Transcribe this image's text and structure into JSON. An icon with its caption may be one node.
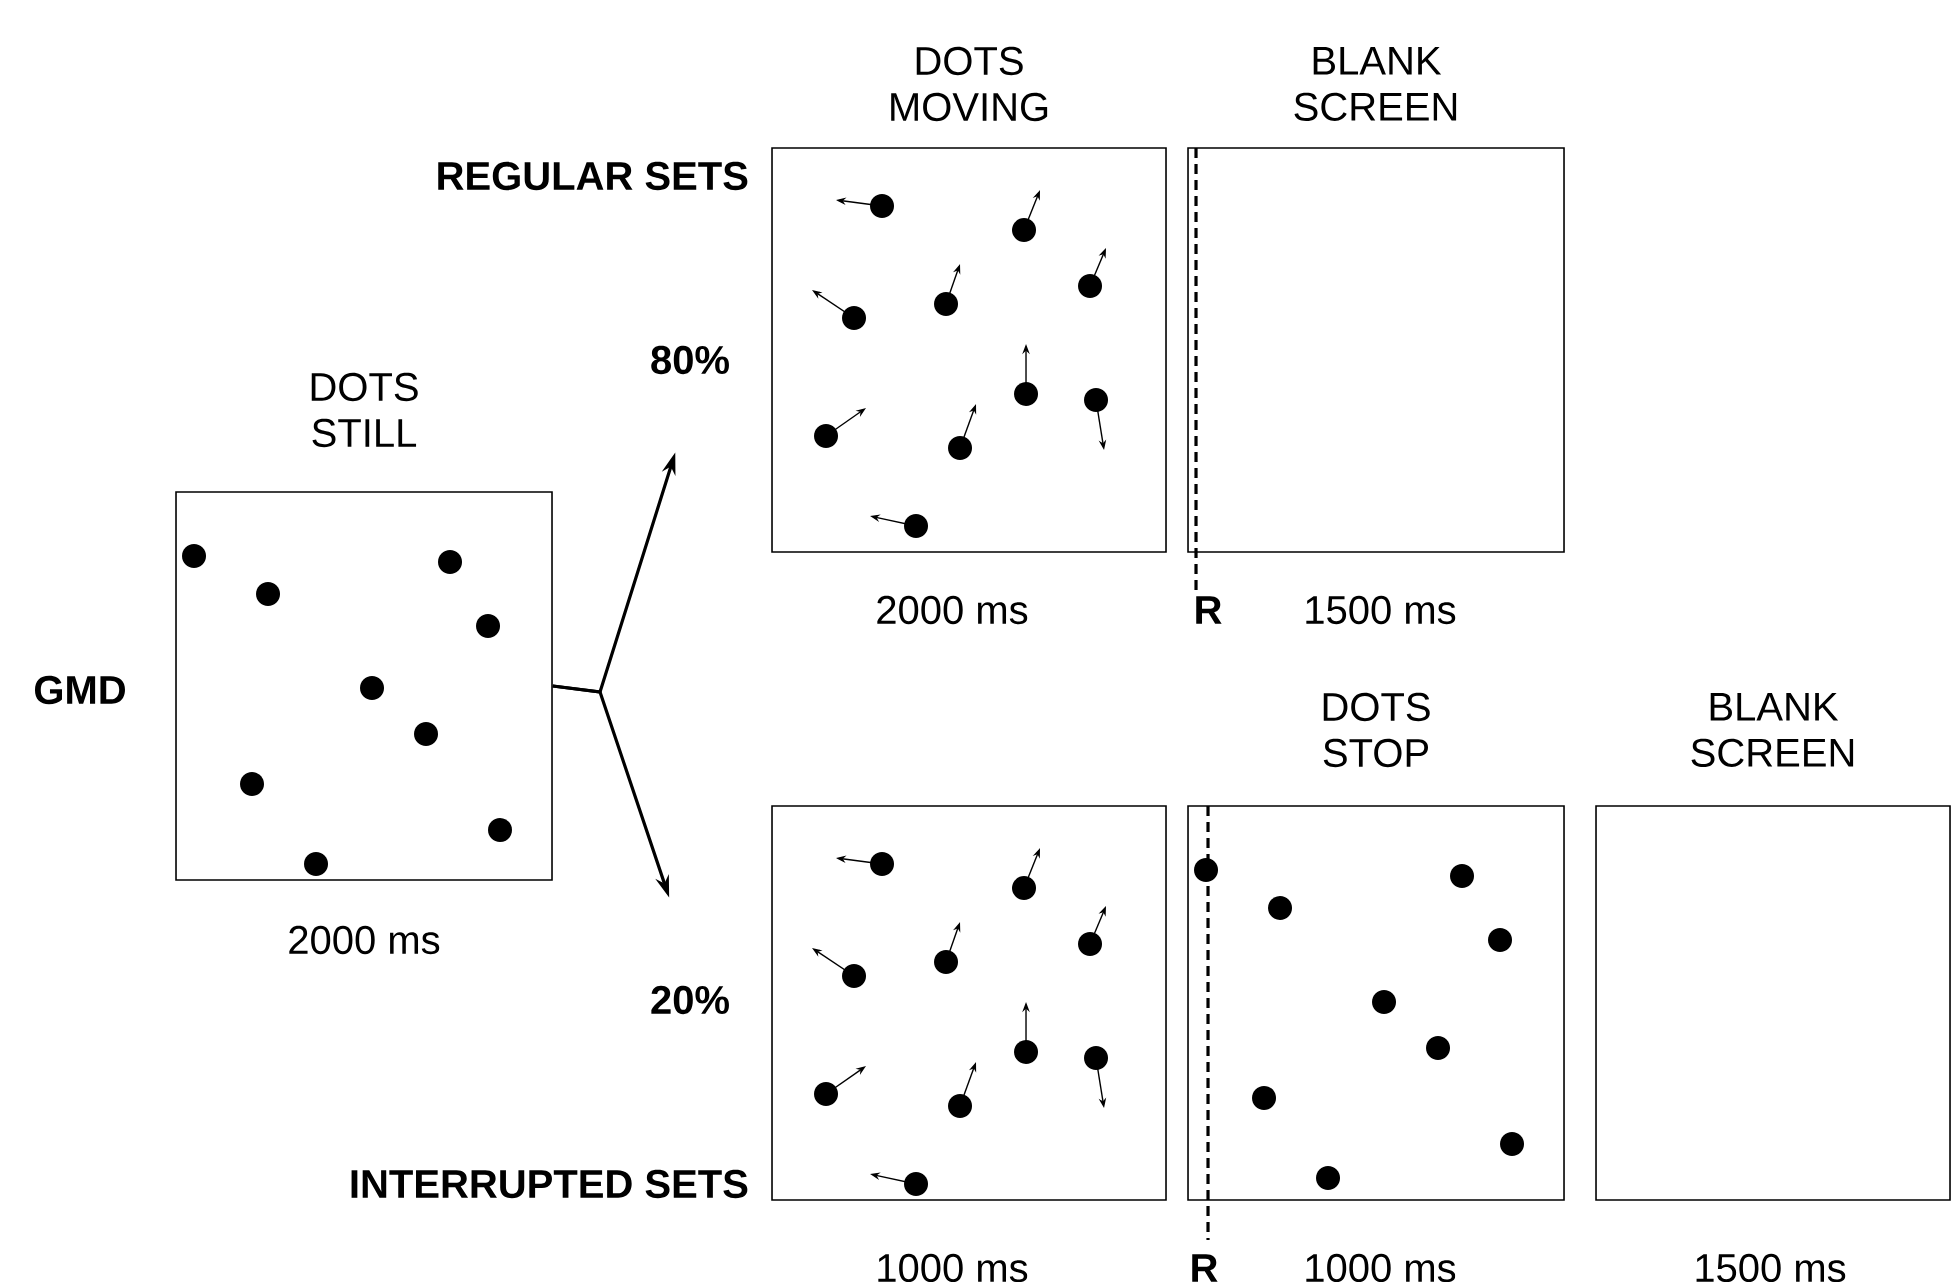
{
  "diagram": {
    "nodes": [
      {
        "text": [
          "DOTS STILL"
        ],
        "beside": [
          "2000 ms"
        ]
      },
      {
        "text": [
          "DOTS MOVING"
        ],
        "beside": [
          "2000 ms"
        ]
      },
      {
        "text": [
          "BLANK SCREEN"
        ],
        "beside": [
          "1500 ms"
        ]
      },
      {
        "text": [],
        "shape": "box",
        "beside": [
          "1000 ms"
        ]
      },
      {
        "text": [
          "DOTS STOP"
        ],
        "beside": [
          "1000 ms"
        ]
      },
      {
        "text": [
          "BLANK SCREEN"
        ],
        "beside": [
          "1500 ms"
        ]
      }
    ],
    "edges": [
      {
        "from": 0,
        "to": 1,
        "arrow": "to",
        "label": "80%"
      },
      {
        "from": 0,
        "to": 3,
        "arrow": "to",
        "label": "20%"
      }
    ],
    "labels": [
      "REGULAR SETS",
      "GMD",
      "R",
      "INTERRUPTED SETS",
      "R"
    ]
  }
}
